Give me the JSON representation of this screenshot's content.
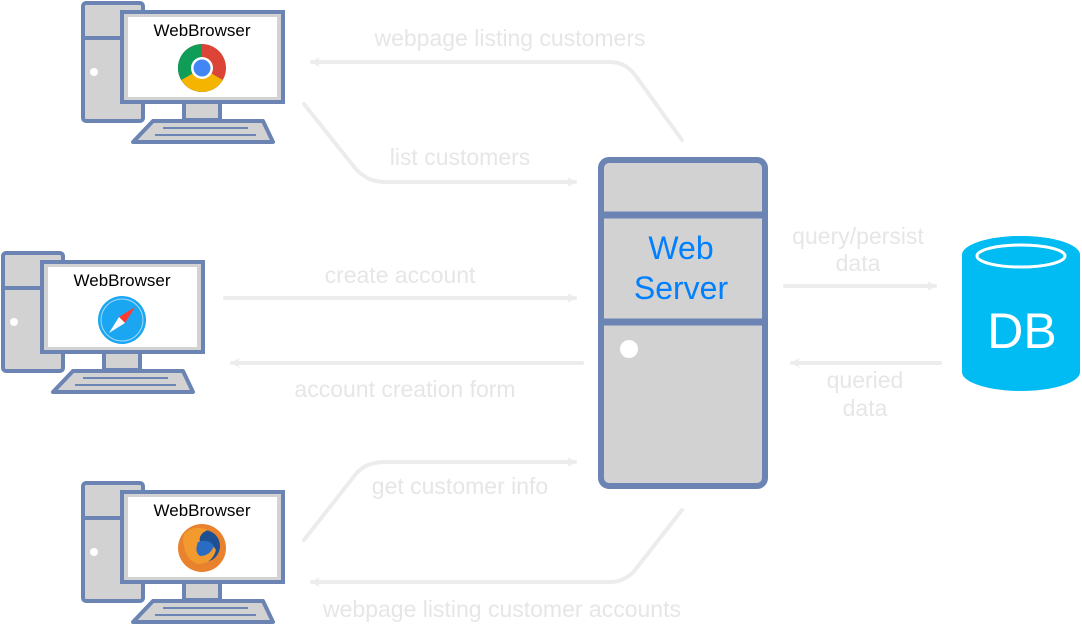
{
  "colors": {
    "arrow": "#ececec",
    "flow_text": "#e6e6e6",
    "computer_frame": "#6b84b4",
    "computer_fill": "#d2d2d2",
    "server_text": "#007fff",
    "db_fill": "#00bcf2",
    "db_text": "#ffffff"
  },
  "clients": [
    {
      "label": "WebBrowser",
      "browser_icon": "chrome-icon"
    },
    {
      "label": "WebBrowser",
      "browser_icon": "safari-icon"
    },
    {
      "label": "WebBrowser",
      "browser_icon": "firefox-icon"
    }
  ],
  "server": {
    "label_line1": "Web",
    "label_line2": "Server"
  },
  "database": {
    "label": "DB"
  },
  "flows": {
    "webpage_listing_customers": "webpage listing customers",
    "list_customers": "list customers",
    "create_account": "create account",
    "account_creation_form": "account creation form",
    "get_customer_info": "get customer info",
    "webpage_listing_customer_accounts": "webpage listing customer accounts",
    "query_persist_line1": "query/persist",
    "query_persist_line2": "data",
    "queried_line1": "queried",
    "queried_line2": "data"
  }
}
